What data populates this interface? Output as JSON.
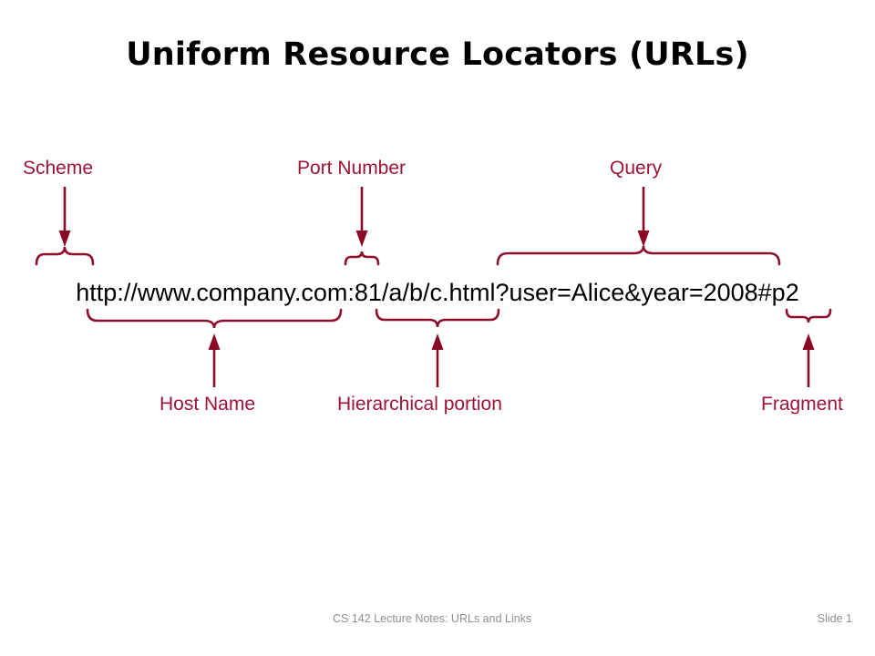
{
  "slide": {
    "title": "Uniform Resource Locators (URLs)",
    "url_example": "http://www.company.com:81/a/b/c.html?user=Alice&year=2008#p2",
    "accent_color": "#9E1436",
    "arrow_color": "#8B0B26",
    "title_color": "#000000",
    "background_color": "#ffffff"
  },
  "annotations": {
    "above": [
      {
        "label": "Scheme",
        "target": "http"
      },
      {
        "label": "Port Number",
        "target": "81"
      },
      {
        "label": "Query",
        "target": "?user=Alice&year=2008"
      }
    ],
    "below": [
      {
        "label": "Host Name",
        "target": "www.company.com"
      },
      {
        "label": "Hierarchical portion",
        "target": "/a/b/c.html"
      },
      {
        "label": "Fragment",
        "target": "#p2"
      }
    ]
  },
  "footer": {
    "left": "CS 142 Lecture Notes: URLs and Links",
    "right": "Slide 1"
  }
}
